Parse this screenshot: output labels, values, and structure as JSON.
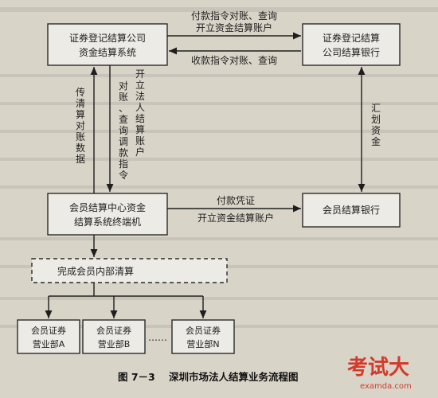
{
  "diagram": {
    "nodes": {
      "clearing_system": [
        "证券登记结算公司",
        "资金结算系统"
      ],
      "clearing_bank": [
        "证券登记结算",
        "公司结算银行"
      ],
      "member_terminal": [
        "会员结算中心资金",
        "结算系统终端机"
      ],
      "member_bank": "会员结算银行",
      "internal_clearing": "完成会员内部清算",
      "branch_a": [
        "会员证券",
        "营业部A"
      ],
      "branch_b": [
        "会员证券",
        "营业部B"
      ],
      "branch_n": [
        "会员证券",
        "营业部N"
      ],
      "ellipsis": "……"
    },
    "edges": {
      "pay_instruction": "付款指令对账、查询",
      "open_account_top": "开立资金结算账户",
      "receive_instruction": "收款指令对账、查询",
      "transfer_data": "传清算对账数据",
      "open_legal_account": "开立法人结算账户",
      "reconcile_query": "对账、查询调款指令",
      "transfer_funds": "汇划资金",
      "payment_voucher": "付款凭证",
      "open_account_bottom": "开立资金结算账户"
    },
    "caption": {
      "figure_number": "图 7－3",
      "title": "深圳市场法人结算业务流程图"
    }
  },
  "watermark": {
    "brand": "考试大",
    "url": "examda.com"
  },
  "colors": {
    "background": "#d9d4c8",
    "box_fill": "#ecebe5",
    "stroke": "#2b2b2b",
    "watermark": "#d23b2b"
  }
}
